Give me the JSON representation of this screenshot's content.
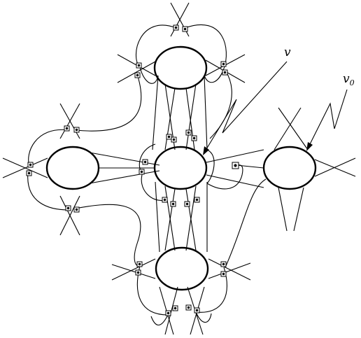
{
  "diagram": {
    "labels": {
      "v": "v",
      "v0_base": "v",
      "v0_sub": "0"
    },
    "colors": {
      "stroke": "#000000",
      "background": "#ffffff"
    }
  }
}
